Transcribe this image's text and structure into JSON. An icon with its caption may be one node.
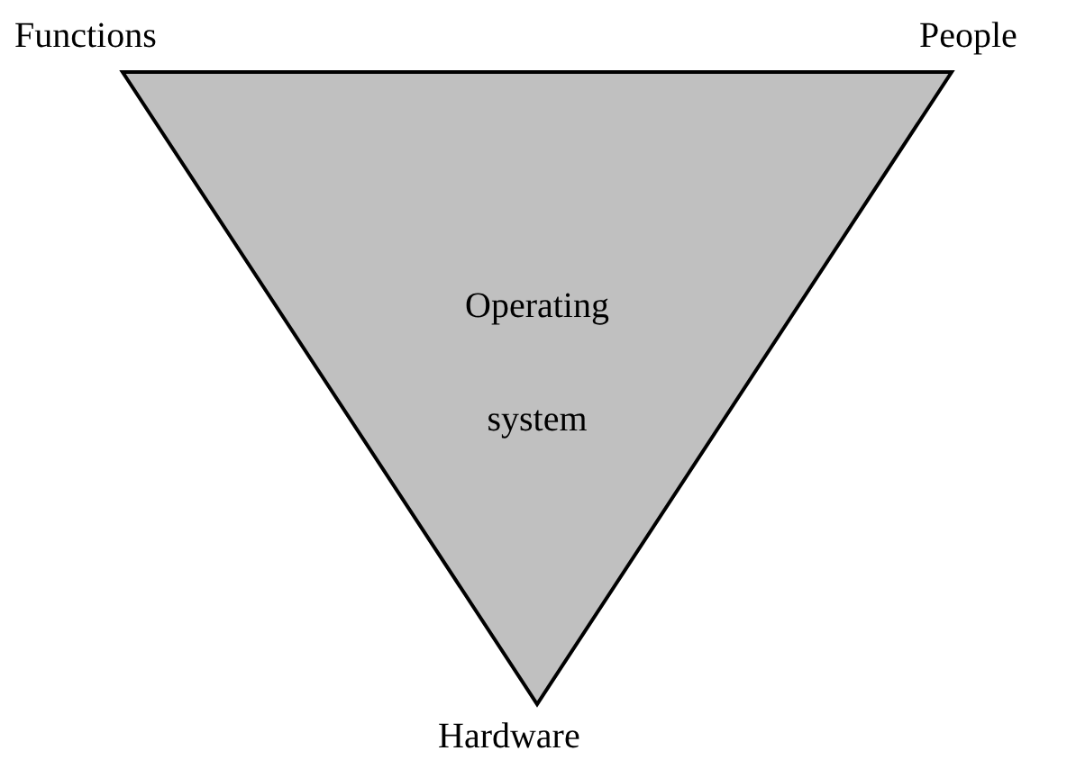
{
  "diagram": {
    "nodes": [
      {
        "text": [
          "Operating system"
        ]
      }
    ],
    "labels": [
      "Functions",
      "People",
      "Hardware"
    ]
  }
}
